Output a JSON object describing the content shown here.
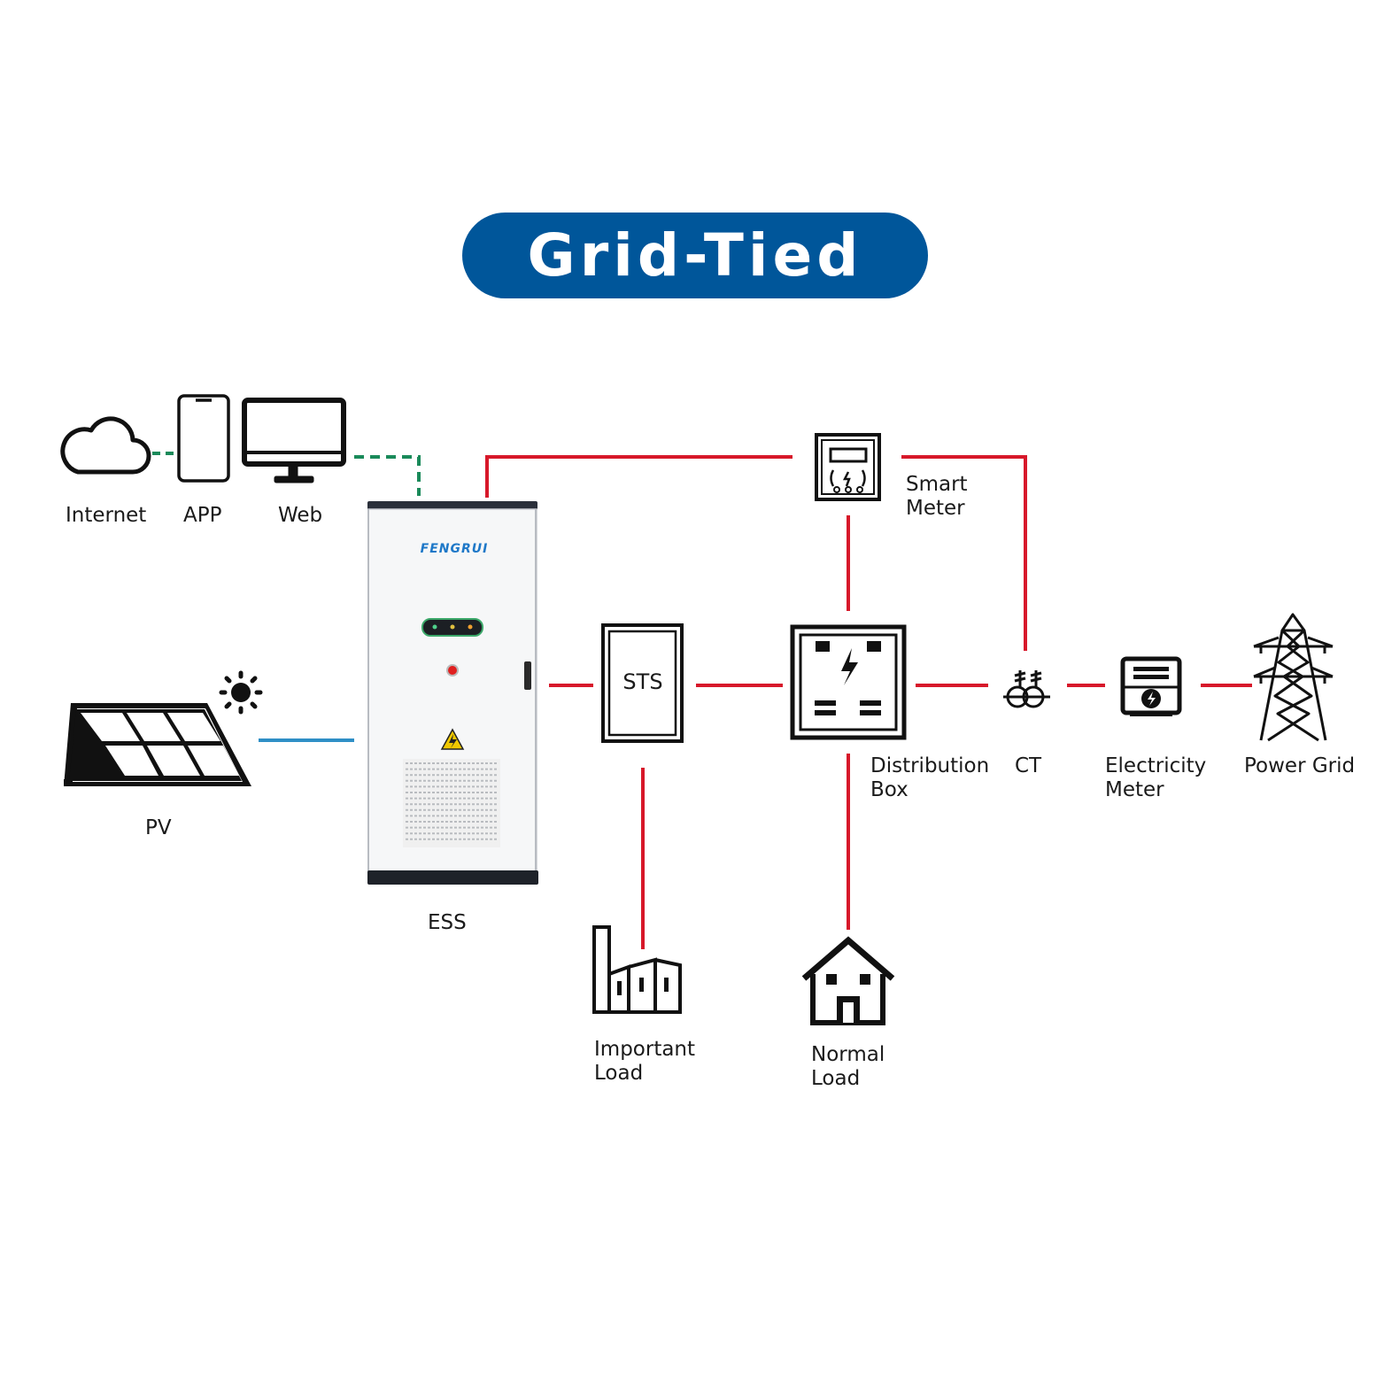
{
  "title": "Grid-Tied",
  "colors": {
    "title_bg": "#00569a",
    "ac_line": "#d7182a",
    "dc_line": "#2f8fc6",
    "comm_line": "#1a8a5a",
    "icon": "#111111"
  },
  "ess": {
    "label": "ESS",
    "brand": "FENGRUI"
  },
  "nodes": {
    "internet": {
      "label": "Internet",
      "icon": "cloud-icon"
    },
    "app": {
      "label": "APP",
      "icon": "smartphone-icon"
    },
    "web": {
      "label": "Web",
      "icon": "monitor-icon"
    },
    "pv": {
      "label": "PV",
      "icon": "solar-panel-icon"
    },
    "sts": {
      "label": "STS"
    },
    "smart_meter": {
      "label": "Smart\nMeter",
      "icon": "smart-meter-icon"
    },
    "distribution_box": {
      "label": "Distribution\nBox",
      "icon": "distribution-box-icon"
    },
    "ct": {
      "label": "CT",
      "icon": "ct-transformer-icon"
    },
    "electricity_meter": {
      "label": "Electricity\nMeter",
      "icon": "electricity-meter-icon"
    },
    "power_grid": {
      "label": "Power Grid",
      "icon": "transmission-tower-icon"
    },
    "important_load": {
      "label": "Important\nLoad",
      "icon": "factory-icon"
    },
    "normal_load": {
      "label": "Normal\nLoad",
      "icon": "house-icon"
    }
  }
}
